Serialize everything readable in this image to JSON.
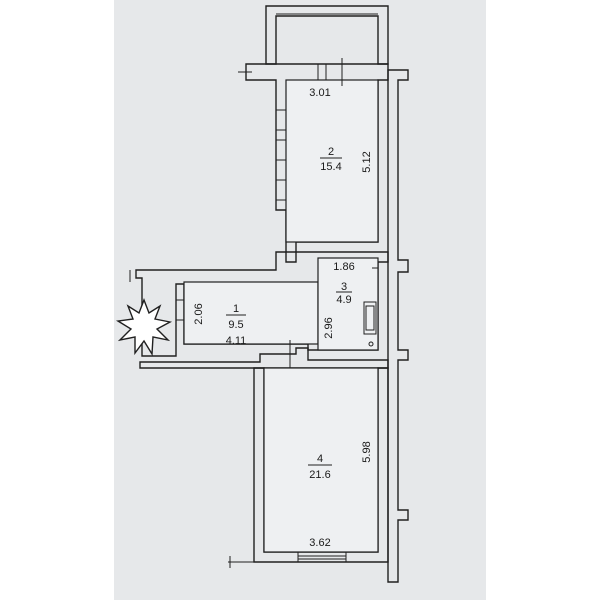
{
  "plan": {
    "rooms": [
      {
        "number": "2",
        "area": "15.4",
        "dims": [
          "3.01",
          "5.12"
        ]
      },
      {
        "number": "1",
        "area": "9.5",
        "dims": [
          "2.06",
          "4.11"
        ]
      },
      {
        "number": "3",
        "area": "4.9",
        "dims": [
          "1.86",
          "2.96"
        ]
      },
      {
        "number": "4",
        "area": "21.6",
        "dims": [
          "5.98",
          "3.62"
        ]
      }
    ],
    "entrance_marker": "entrance-star",
    "colors": {
      "paper": "#ffffff",
      "sheet": "#e6e8ea",
      "wall_fill": "#d6d8da",
      "ink": "#202020"
    }
  }
}
